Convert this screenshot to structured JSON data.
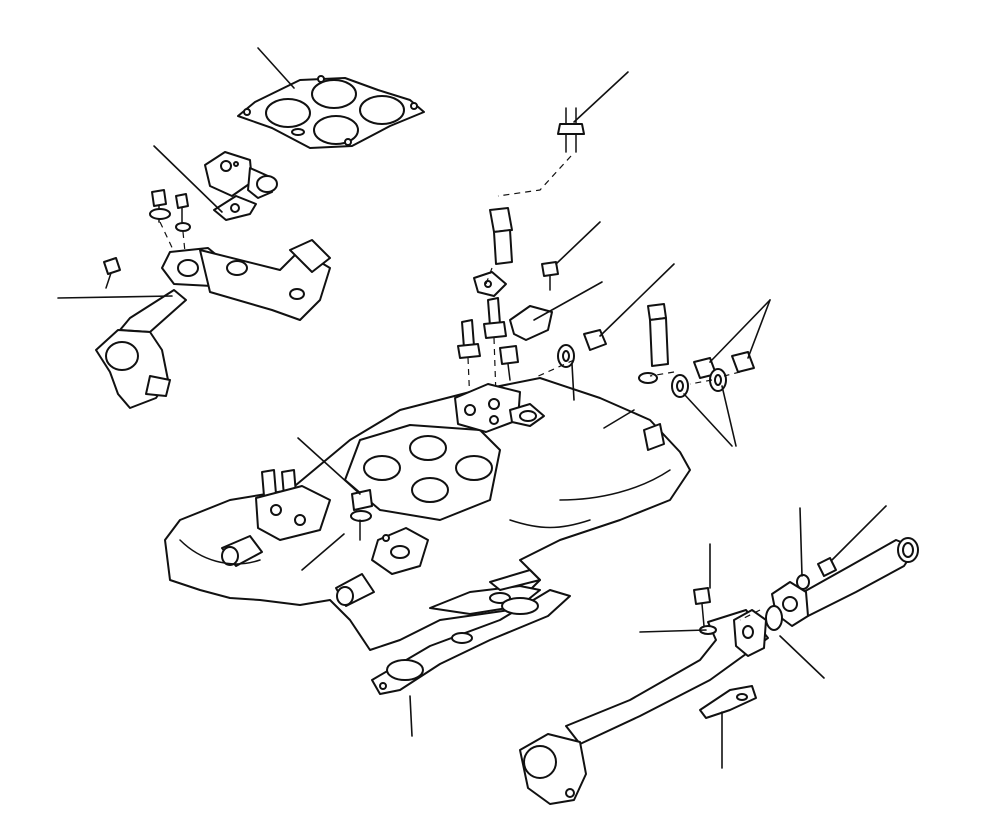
{
  "diagram": {
    "kind": "exploded-parts-illustration",
    "line_color": "#111111",
    "background_color": "#ffffff",
    "components": [
      "carburetor-gasket",
      "water-outlet-housing",
      "water-outlet-gasket",
      "water-crossover-pipe",
      "crossover-flange-gasket",
      "stud",
      "spacer-nut",
      "bolt",
      "washer",
      "vacuum-fitting",
      "hex-plug",
      "sealing-washer",
      "cover-plate",
      "inlet-manifold",
      "manifold-gasket",
      "heater-pipe",
      "heater-pipe-gasket",
      "pipe-union"
    ]
  }
}
